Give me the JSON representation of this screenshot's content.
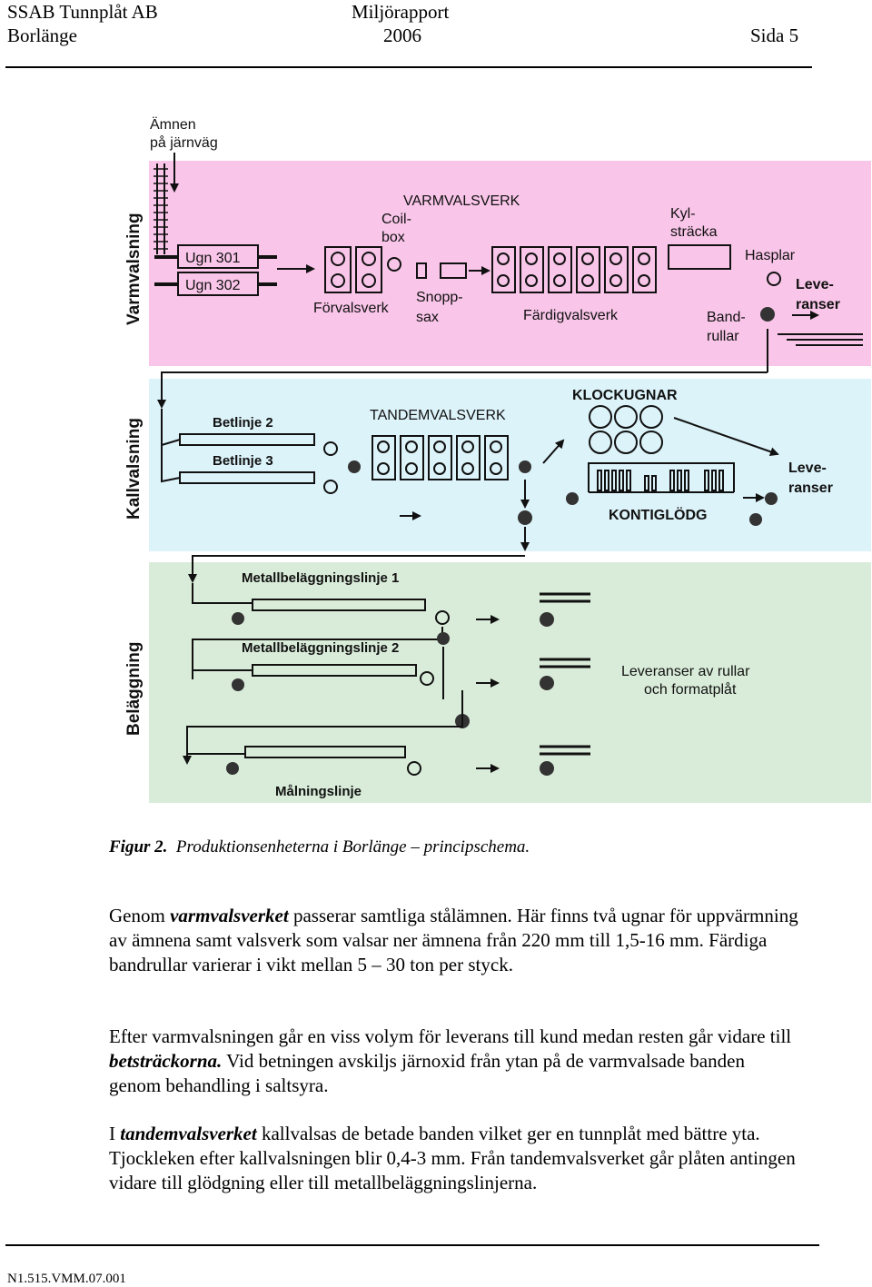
{
  "header": {
    "company": "SSAB Tunnplåt AB",
    "report": "Miljörapport",
    "city": "Borlänge",
    "year": "2006",
    "page": "Sida 5"
  },
  "diagram": {
    "section_colors": {
      "hot": "#f9c5e8",
      "cold": "#dcf3f9",
      "coat": "#d9ecd9"
    },
    "top_label": [
      "Ämnen",
      "på järnväg"
    ],
    "sections": {
      "varmvalsning": "Varmvalsning",
      "kallvalsning": "Kallvalsning",
      "belaggning": "Beläggning"
    },
    "labels": {
      "ugn301": "Ugn 301",
      "ugn302": "Ugn 302",
      "varmvalsverk": "VARMVALSVERK",
      "coilbox": [
        "Coil-",
        "box"
      ],
      "forvalsverk": "Förvalsverk",
      "snoppsax": [
        "Snopp-",
        "sax"
      ],
      "fardigvalsverk": "Färdigvalsverk",
      "kylstracka": [
        "Kyl-",
        "sträcka"
      ],
      "hasplar": "Hasplar",
      "leveranser1": [
        "Leve-",
        "ranser"
      ],
      "bandrullar": [
        "Band-",
        "rullar"
      ],
      "betlinje2": "Betlinje 2",
      "betlinje3": "Betlinje 3",
      "tandemvalsverk": "TANDEMVALSVERK",
      "klockugnar": "KLOCKUGNAR",
      "kontiglodg": "KONTIGLÖDG",
      "leveranser2": [
        "Leve-",
        "ranser"
      ],
      "mbl1": "Metallbeläggningslinje 1",
      "mbl2": "Metallbeläggningslinje 2",
      "leveranser3": [
        "Leveranser av rullar",
        "och formatplåt"
      ],
      "malningslinje": "Målningslinje"
    }
  },
  "caption": {
    "prefix": "Figur 2.",
    "text": "Produktionsenheterna i Borlänge – principschema."
  },
  "paragraphs": {
    "p1": {
      "a": "Genom ",
      "b": "varmvalsverket",
      "c": " passerar samtliga stålämnen. Här finns två ugnar för uppvärmning av ämnena samt valsverk som valsar ner ämnena från 220 mm till 1,5-16 mm. Färdiga bandrullar varierar i vikt mellan 5 – 30 ton per styck."
    },
    "p2": {
      "a": "Efter varmvalsningen går en viss volym för leverans till kund medan resten går vidare till ",
      "b": "betsträckorna.",
      "c": " Vid betningen avskiljs järnoxid från ytan på de varmvalsade banden genom behandling i saltsyra."
    },
    "p3": {
      "a": "I ",
      "b": "tandemvalsverket",
      "c": " kallvalsas de betade banden vilket ger en tunnplåt med bättre yta. Tjockleken efter kallvalsningen blir 0,4-3 mm. Från tandemvalsverket går plåten antingen vidare till glödgning eller till metallbeläggningslinjerna."
    }
  },
  "footer": {
    "code": "N1.515.VMM.07.001"
  }
}
